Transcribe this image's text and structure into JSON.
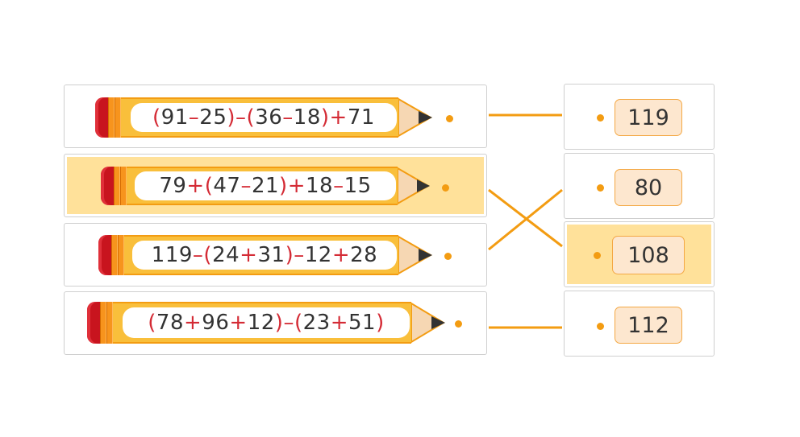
{
  "expressions": [
    {
      "parts": [
        "(",
        "91 ",
        "– ",
        "25",
        ")",
        " – ",
        "(",
        "36 ",
        "– ",
        "18",
        ")",
        " + ",
        "71"
      ]
    },
    {
      "parts": [
        "",
        "79 ",
        "+ ",
        "(",
        "47 ",
        "– ",
        "21",
        ")",
        " + ",
        "18 ",
        "– ",
        "15",
        ""
      ]
    },
    {
      "parts": [
        "",
        "119 ",
        "– ",
        "(",
        "24 ",
        "+ ",
        "31",
        ")",
        " – ",
        "12 ",
        "+ ",
        "28",
        ""
      ]
    },
    {
      "parts": [
        "(",
        "78 ",
        "+ ",
        "96 ",
        "+ ",
        "12",
        ")",
        " – ",
        "(",
        "23 ",
        "+ ",
        "51",
        ")"
      ]
    }
  ],
  "answers": [
    "119",
    "80",
    "108",
    "112"
  ],
  "selected": {
    "expression": 1,
    "answer": 2
  },
  "connections": [
    [
      0,
      0
    ],
    [
      1,
      2
    ],
    [
      2,
      1
    ],
    [
      3,
      3
    ]
  ],
  "colors": {
    "line": "#f39c12",
    "operator": "#d42b35",
    "highlight": "#ffe19a"
  }
}
